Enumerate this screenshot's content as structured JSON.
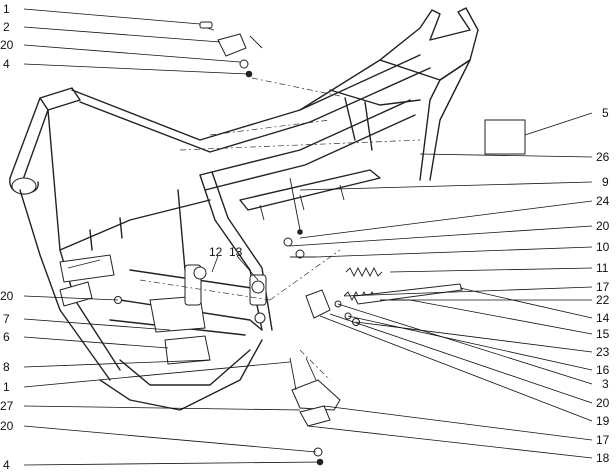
{
  "left_callouts": [
    {
      "id": "L1",
      "text": "1"
    },
    {
      "id": "L2",
      "text": "2"
    },
    {
      "id": "L20a",
      "text": "20"
    },
    {
      "id": "L4a",
      "text": "4"
    },
    {
      "id": "L20b",
      "text": "20"
    },
    {
      "id": "L7",
      "text": "7"
    },
    {
      "id": "L6",
      "text": "6"
    },
    {
      "id": "L8",
      "text": "8"
    },
    {
      "id": "L1b",
      "text": "1"
    },
    {
      "id": "L27",
      "text": "27"
    },
    {
      "id": "L20c",
      "text": "20"
    },
    {
      "id": "L4b",
      "text": "4"
    }
  ],
  "right_callouts": [
    {
      "id": "R5",
      "text": "5"
    },
    {
      "id": "R26",
      "text": "26"
    },
    {
      "id": "R9",
      "text": "9"
    },
    {
      "id": "R24",
      "text": "24"
    },
    {
      "id": "R20a",
      "text": "20"
    },
    {
      "id": "R10",
      "text": "10"
    },
    {
      "id": "R11",
      "text": "11"
    },
    {
      "id": "R17a",
      "text": "17"
    },
    {
      "id": "R22",
      "text": "22"
    },
    {
      "id": "R14",
      "text": "14"
    },
    {
      "id": "R15",
      "text": "15"
    },
    {
      "id": "R23",
      "text": "23"
    },
    {
      "id": "R16",
      "text": "16"
    },
    {
      "id": "R3",
      "text": "3"
    },
    {
      "id": "R20b",
      "text": "20"
    },
    {
      "id": "R19",
      "text": "19"
    },
    {
      "id": "R17b",
      "text": "17"
    },
    {
      "id": "R18",
      "text": "18"
    }
  ],
  "center_callouts": [
    {
      "id": "C12",
      "text": "12"
    },
    {
      "id": "C13",
      "text": "13"
    }
  ]
}
